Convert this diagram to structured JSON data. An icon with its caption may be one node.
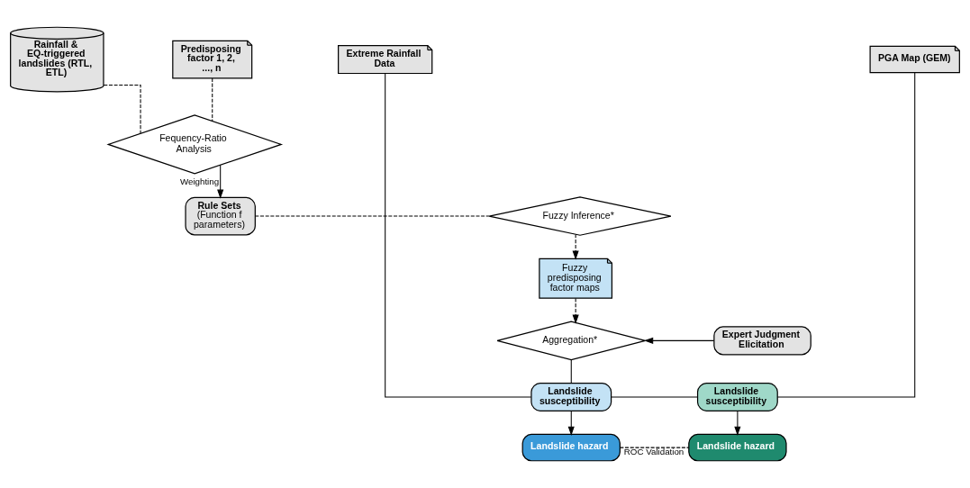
{
  "diagram": {
    "nodes": [
      {
        "text": [
          "Rainfall & EQ-triggered landslides (RTL, ETL)"
        ]
      },
      {
        "text": [
          "Predisposing factor 1, 2, ..., n"
        ]
      },
      {
        "text": [
          "Extreme Rainfall Data"
        ]
      },
      {
        "text": [
          "PGA Map (GEM)"
        ]
      },
      {
        "text": [
          "Fequency-Ratio Analysis"
        ]
      },
      {
        "text": [
          "Landslide susceptibility"
        ]
      },
      {
        "text": [
          "Landslide susceptibility"
        ]
      },
      {
        "text": [
          "Fuzzy predisposing factor maps"
        ]
      },
      {
        "text": [
          "Landslide hazard"
        ]
      },
      {
        "text": [
          "Landslide hazard"
        ]
      },
      {
        "text": [
          "Rule Sets",
          "(Function f parameters)"
        ]
      },
      {
        "text": [
          "Fuzzy Inference*"
        ]
      },
      {
        "text": [
          "Expert Judgment Elicitation"
        ]
      },
      {
        "text": [
          "Aggregation*"
        ]
      }
    ],
    "edges": [
      {
        "from": 0,
        "to": 4,
        "arrow": "none",
        "style": "dashed"
      },
      {
        "from": 1,
        "to": 4,
        "arrow": "none",
        "style": "dashed"
      },
      {
        "from": 4,
        "to": 10,
        "arrow": "to",
        "label": "Weighting"
      },
      {
        "from": 10,
        "to": 11,
        "arrow": "none",
        "style": "dashed"
      },
      {
        "from": 11,
        "to": 7,
        "arrow": "to",
        "style": "dashed"
      },
      {
        "from": 7,
        "to": 13,
        "arrow": "to",
        "style": "dashed"
      },
      {
        "from": 12,
        "to": 13,
        "arrow": "to"
      },
      {
        "from": 13,
        "to": 5,
        "arrow": "none"
      },
      {
        "from": 2,
        "to": 5,
        "arrow": "none"
      },
      {
        "from": 3,
        "to": 6,
        "arrow": "none"
      },
      {
        "from": 5,
        "to": 6,
        "arrow": "none"
      },
      {
        "from": 5,
        "to": 8,
        "arrow": "to"
      },
      {
        "from": 6,
        "to": 9,
        "arrow": "to"
      },
      {
        "from": 8,
        "to": 9,
        "arrow": "none",
        "style": "dashed",
        "label": "ROC Validation"
      }
    ]
  }
}
